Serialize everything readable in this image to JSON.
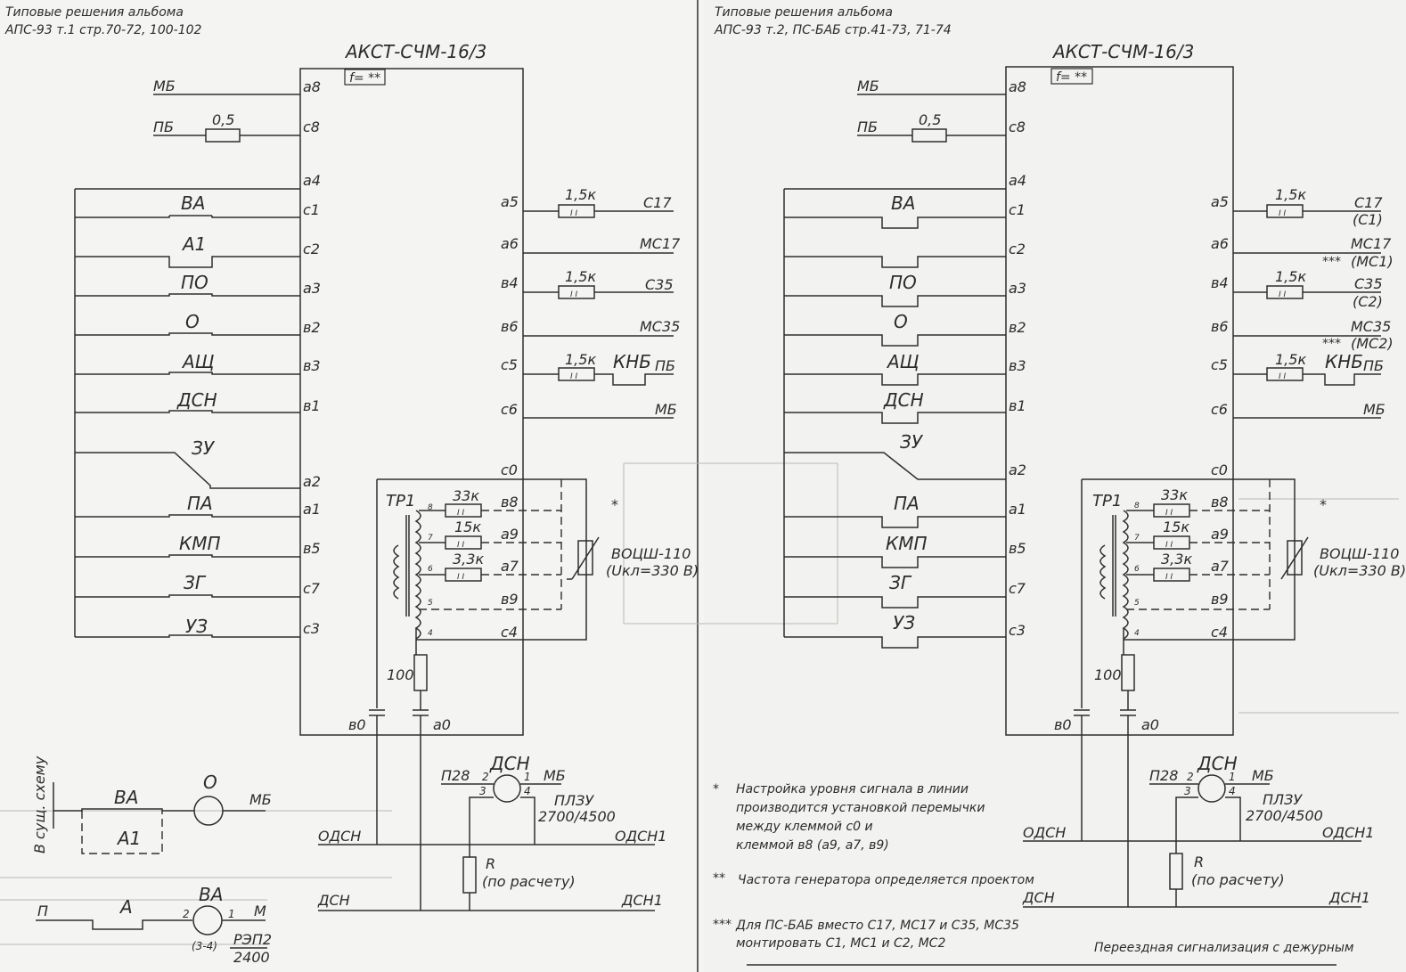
{
  "left_header": {
    "line1": "Типовые решения альбома",
    "line2": "АПС-93 т.1 стр.70-72, 100-102"
  },
  "right_header": {
    "line1": "Типовые решения альбома",
    "line2": "АПС-93 т.2, ПС-БАБ стр.41-73, 71-74"
  },
  "block": {
    "title": "АКСТ-СЧМ-16/3",
    "freq": "f= **"
  },
  "inputs": {
    "mb": "МБ",
    "pb": "ПБ",
    "res_pb": "0,5",
    "pins": {
      "a8": "а8",
      "c8": "с8",
      "a4": "а4",
      "c1": "с1",
      "c2": "с2",
      "a3": "а3",
      "b2": "в2",
      "b3": "в3",
      "b1": "в1",
      "a2": "а2",
      "a1": "а1",
      "b5": "в5",
      "c7": "с7",
      "c3": "с3"
    },
    "contacts": {
      "va": "ВА",
      "a1": "А1",
      "po": "ПО",
      "o": "О",
      "ash": "АЩ",
      "dsn": "ДСН",
      "zu": "ЗУ",
      "pa": "ПА",
      "kmp": "КМП",
      "zg": "ЗГ",
      "uz": "УЗ"
    }
  },
  "outputs": {
    "pins": {
      "a5": "а5",
      "a6": "а6",
      "b4": "в4",
      "b6": "в6",
      "c5": "с5",
      "c6": "с6",
      "c0": "с0",
      "b8": "в8",
      "a9": "а9",
      "a7": "а7",
      "b9": "в9",
      "c4": "с4",
      "b0": "в0",
      "a0": "а0"
    },
    "res": "1,5к",
    "l": {
      "c17": "С17",
      "mc17": "МС17",
      "c35": "С35",
      "mc35": "МС35",
      "knb": "КНБ",
      "pb": "ПБ",
      "mb": "МБ"
    },
    "r": {
      "c1": "(С1)",
      "mc1": "(МС1)",
      "c2": "(С2)",
      "mc2": "(МС2)",
      "stars": "***"
    }
  },
  "transformer": {
    "name": "ТР1",
    "taps": {
      "t8": "8",
      "t7": "7",
      "t6": "6",
      "t5": "5",
      "t4": "4"
    },
    "res33": "33к",
    "res15": "15к",
    "res3": "3,3к",
    "res100": "100",
    "varistor": "ВОЦШ-110",
    "varistor_v": "(Uкл=330 В)",
    "star": "*"
  },
  "bottom": {
    "dsn": "ДСН",
    "p28": "П28",
    "mb": "МБ",
    "n1": "1",
    "n2": "2",
    "n3": "3",
    "n4": "4",
    "plzu": "ПЛЗУ",
    "plzu_v": "2700/4500",
    "odsn": "ОДСН",
    "odsn1": "ОДСН1",
    "dsn_line": "ДСН",
    "dsn1": "ДСН1",
    "r": "R",
    "r_note": "(по расчету)"
  },
  "sub": {
    "vertical": "В сущ. схему",
    "va": "ВА",
    "o": "О",
    "mb": "МБ",
    "a1": "А1",
    "p": "П",
    "a": "А",
    "va2": "ВА",
    "n2": "2",
    "n1": "1",
    "m": "М",
    "n34": "(3-4)",
    "rel1": "РЭП2",
    "rel2": "2400"
  },
  "notes": {
    "n1_mark": "*",
    "n1_l1": "Настройка уровня сигнала в линии",
    "n1_l2": "производится установкой перемычки",
    "n1_l3": "между клеммой с0 и",
    "n1_l4": "клеммой в8 (а9, а7, в9)",
    "n2_mark": "**",
    "n2": "Частота генератора определяется проектом",
    "n3_mark": "***",
    "n3_l1": "Для ПС-БАБ вместо С17, МС17 и С35, МС35",
    "n3_l2": "монтировать С1, МС1 и С2, МС2",
    "footer": "Переездная сигнализация с дежурным"
  }
}
